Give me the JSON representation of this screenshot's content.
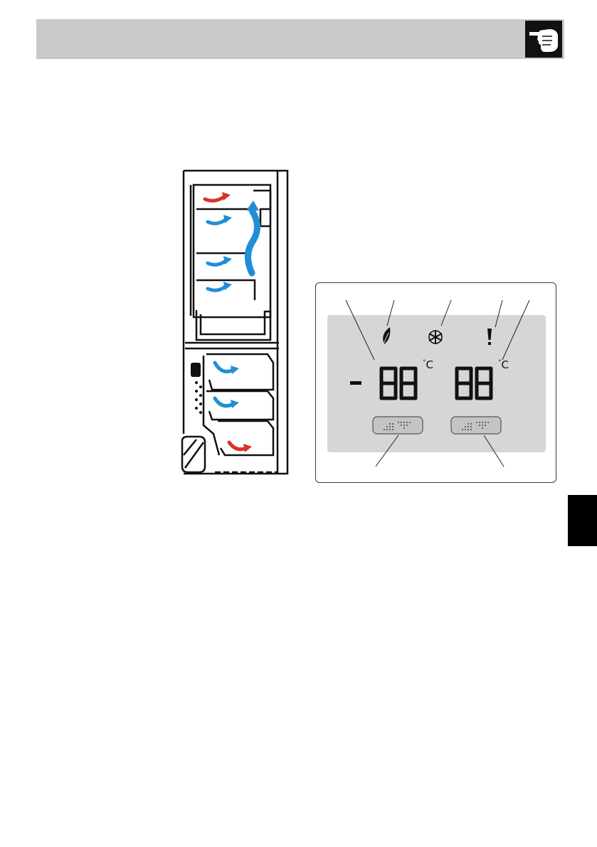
{
  "header": {
    "bar_color": "#c9c9c9",
    "icon": "pointing-hand-icon"
  },
  "side_tab": {
    "color": "#000000"
  },
  "fridge_diagram": {
    "airflow_colors": {
      "cold": "#1f8fd6",
      "warm": "#d9322a"
    }
  },
  "control_panel": {
    "temp_left_sign": "-",
    "temp_left_digits": "88",
    "temp_right_digits": "88",
    "unit_degree": "°",
    "unit_letter": "C",
    "icons": [
      "eco-leaf-icon",
      "snowflake-icon",
      "alarm-exclamation-icon"
    ]
  }
}
